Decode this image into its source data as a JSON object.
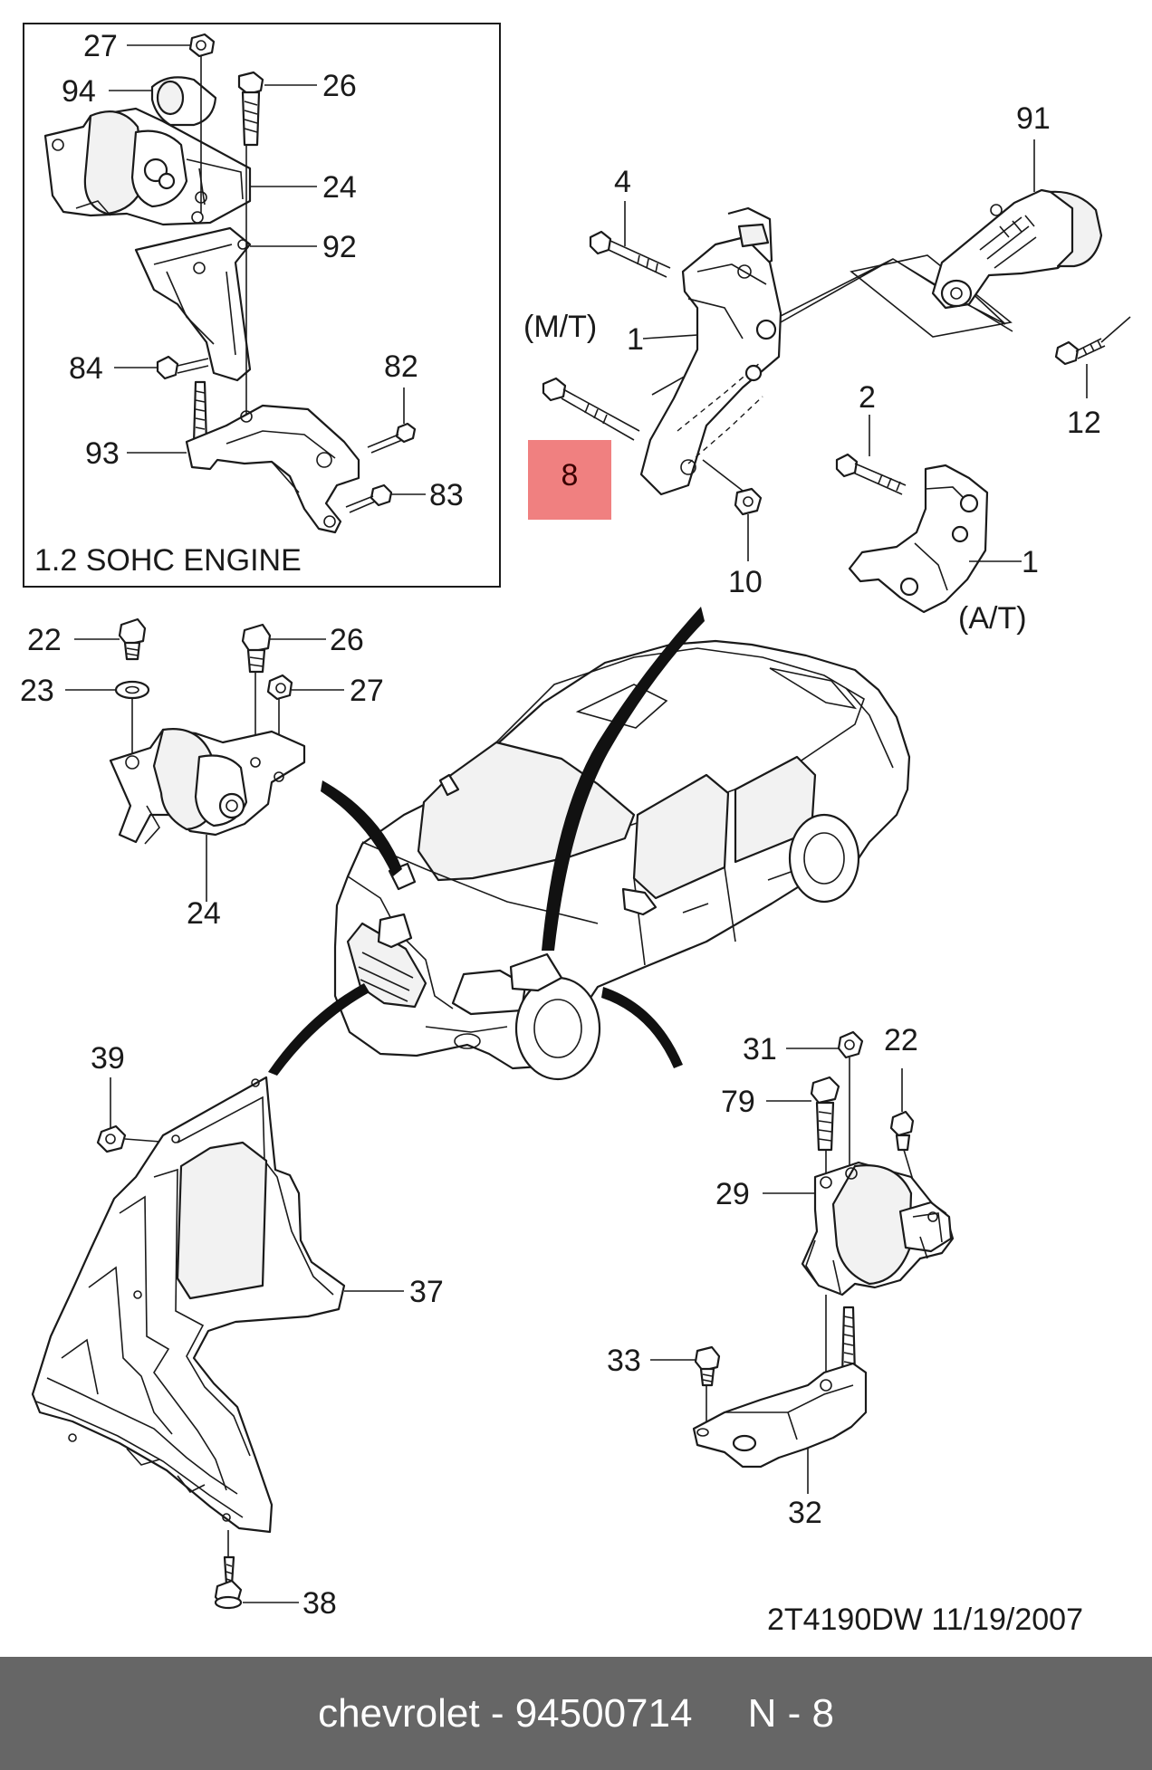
{
  "inset": {
    "title": "1.2 SOHC ENGINE",
    "labels": [
      "27",
      "94",
      "26",
      "24",
      "92",
      "84",
      "82",
      "93",
      "83"
    ]
  },
  "labels": {
    "mt": "(M/T)",
    "at": "(A/T)",
    "l4": "4",
    "l91": "91",
    "l1a": "1",
    "l1b": "1",
    "l8": "8",
    "l12": "12",
    "l2": "2",
    "l10": "10",
    "l22a": "22",
    "l26": "26",
    "l23": "23",
    "l27": "27",
    "l24": "24",
    "l39": "39",
    "l31": "31",
    "l22b": "22",
    "l79": "79",
    "l29": "29",
    "l37": "37",
    "l33": "33",
    "l32": "32",
    "l38": "38"
  },
  "highlight": {
    "label": "8",
    "color": "#f08080"
  },
  "drawing_code": "2T4190DW  11/19/2007",
  "footer": {
    "text": "chevrolet - 94500714     N - 8",
    "background": "#666666",
    "color": "#ffffff"
  }
}
